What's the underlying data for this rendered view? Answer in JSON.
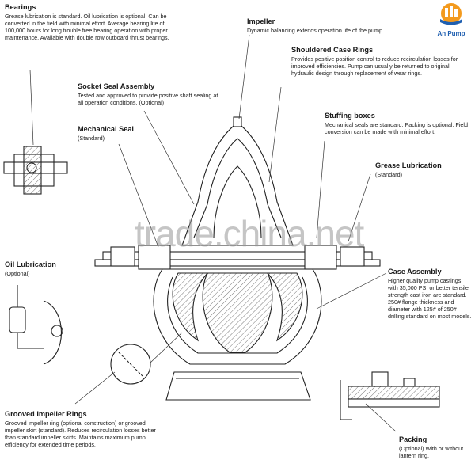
{
  "logo": {
    "name": "An Pump",
    "brand_orange": "#f39a1e",
    "brand_blue": "#1f5fb0"
  },
  "watermark": "trade.china.net",
  "labels": {
    "bearings": {
      "title": "Bearings",
      "body": "Grease lubrication is standard. Oil lubrication is optional. Can be converted in the field with minimal effort. Average bearing life of 100,000 hours for long trouble free bearing operation with proper maintenance. Available with double row outboard thrust bearings."
    },
    "impeller": {
      "title": "Impeller",
      "body": "Dynamic balancing extends operation life of the pump."
    },
    "shouldered": {
      "title": "Shouldered Case Rings",
      "body": "Provides positive position control to reduce recirculation losses for improved efficiencies. Pump can usually be returned to original hydraulic design through replacement of wear rings."
    },
    "socket": {
      "title": "Socket Seal Assembly",
      "body": "Tested and approved to provide positive shaft sealing at all operation conditions. (Optional)"
    },
    "mechanical": {
      "title": "Mechanical Seal",
      "body": "(Standard)"
    },
    "stuffing": {
      "title": "Stuffing boxes",
      "body": "Mechanical seals are standard. Packing is optional. Field conversion can be made with minimal effort."
    },
    "grease": {
      "title": "Grease Lubrication",
      "body": "(Standard)"
    },
    "oil": {
      "title": "Oil Lubrication",
      "body": "(Optional)"
    },
    "case": {
      "title": "Case Assembly",
      "body": "Higher quality pump castings with 35,000 PSI or better tensile strength cast iron are standard. 250# flange thickness and diameter with 125# of 250# drilling standard on most models."
    },
    "grooved": {
      "title": "Grooved Impeller Rings",
      "body": "Grooved impeller ring (optional construction) or grooved impeller skirt (standard). Reduces recirculation losses better than standard impeller skirts. Maintains maximum pump efficiency for extended time periods."
    },
    "packing": {
      "title": "Packing",
      "body": "(Optional) With or without lantern ring."
    }
  }
}
